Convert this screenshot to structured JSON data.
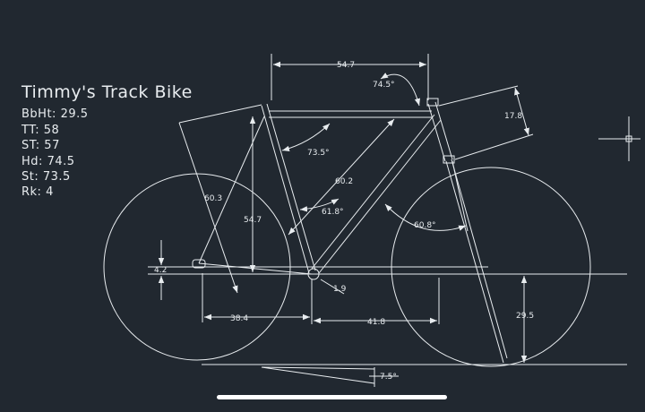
{
  "drawing": {
    "title": "Timmy's Track Bike",
    "specs": [
      {
        "label": "BbHt:",
        "value": "29.5"
      },
      {
        "label": "TT:",
        "value": "58"
      },
      {
        "label": "ST:",
        "value": "57"
      },
      {
        "label": "Hd:",
        "value": "74.5"
      },
      {
        "label": "St:",
        "value": "73.5"
      },
      {
        "label": "Rk:",
        "value": "4"
      }
    ],
    "dimensions": {
      "top_length": "54.7",
      "head_angle": "74.5°",
      "head_tube_length": "17.8",
      "seat_angle": "73.5°",
      "top_to_bb": "60.2",
      "seat_tube_length": "60.3",
      "stack": "54.7",
      "down_angle": "61.8°",
      "fork_angle": "60.8°",
      "bb_drop": "4.2",
      "bb_offset": "1.9",
      "chainstay": "38.4",
      "front_center": "41.8",
      "bb_height": "29.5",
      "ground_angle": "7.5°"
    },
    "colors": {
      "background": "#212830",
      "line": "#e8ecef"
    }
  }
}
